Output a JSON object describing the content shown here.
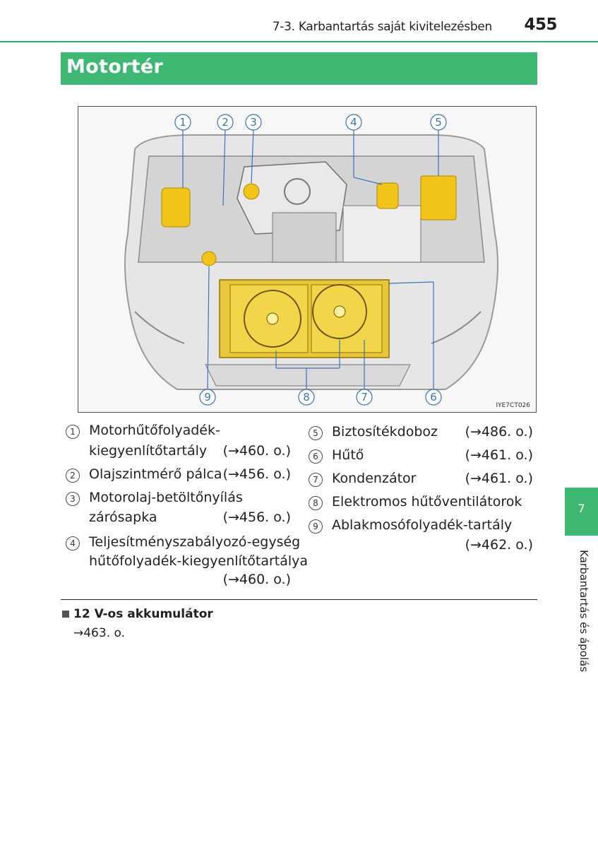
{
  "header": {
    "title": "7-3. Karbantartás saját kivitelezésben",
    "page_number": "455"
  },
  "section": {
    "title": "Motortér"
  },
  "figure": {
    "code": "IYE7CT026",
    "callouts": [
      "1",
      "2",
      "3",
      "4",
      "5",
      "6",
      "7",
      "8",
      "9"
    ]
  },
  "left_items": [
    {
      "num": "1",
      "lines": [
        "Motorhűtőfolyadék-",
        "kiegyenlítőtartály"
      ],
      "ref": "(→460. o.)"
    },
    {
      "num": "2",
      "lines": [
        "Olajszintmérő pálca"
      ],
      "ref": "(→456. o.)"
    },
    {
      "num": "3",
      "lines": [
        "Motorolaj-betöltőnyílás",
        "zárósapka"
      ],
      "ref": "(→456. o.)"
    },
    {
      "num": "4",
      "lines": [
        "Teljesítményszabályozó-egység",
        "hűtőfolyadék-kiegyenlítőtartálya"
      ],
      "ref": "(→460. o.)"
    }
  ],
  "right_items": [
    {
      "num": "5",
      "lines": [
        "Biztosítékdoboz"
      ],
      "ref": "(→486. o.)"
    },
    {
      "num": "6",
      "lines": [
        "Hűtő"
      ],
      "ref": "(→461. o.)"
    },
    {
      "num": "7",
      "lines": [
        "Kondenzátor"
      ],
      "ref": "(→461. o.)"
    },
    {
      "num": "8",
      "lines": [
        "Elektromos hűtőventilátorok"
      ],
      "ref": ""
    },
    {
      "num": "9",
      "lines": [
        "Ablakmosófolyadék-tartály"
      ],
      "ref": "(→462. o.)"
    }
  ],
  "battery": {
    "title": "12 V-os akkumulátor",
    "ref": "→463. o."
  },
  "side_tab": {
    "number": "7",
    "text": "Karbantartás és ápolás"
  },
  "colors": {
    "accent": "#3db873",
    "highlight": "#f2c418"
  }
}
